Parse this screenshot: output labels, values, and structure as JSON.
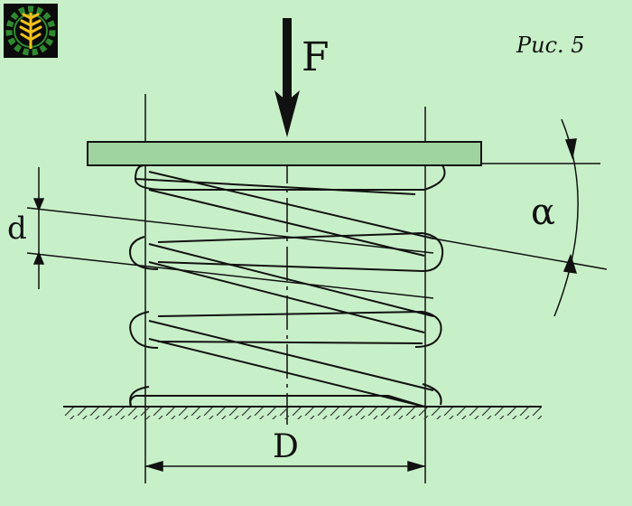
{
  "figure": {
    "caption": "Рис. 5",
    "force_label": "F",
    "wire_diameter_label": "d",
    "coil_diameter_label": "D",
    "helix_angle_label": "α"
  },
  "logo": {
    "icon": "wheat-gear-emblem-icon",
    "colors": {
      "gear": "#2f8a2f",
      "wheat": "#f2c21a",
      "background": "#0b0b0b"
    }
  },
  "colors": {
    "background": "#c8f0c8",
    "plate": "#9fd49f",
    "line": "#111111"
  }
}
